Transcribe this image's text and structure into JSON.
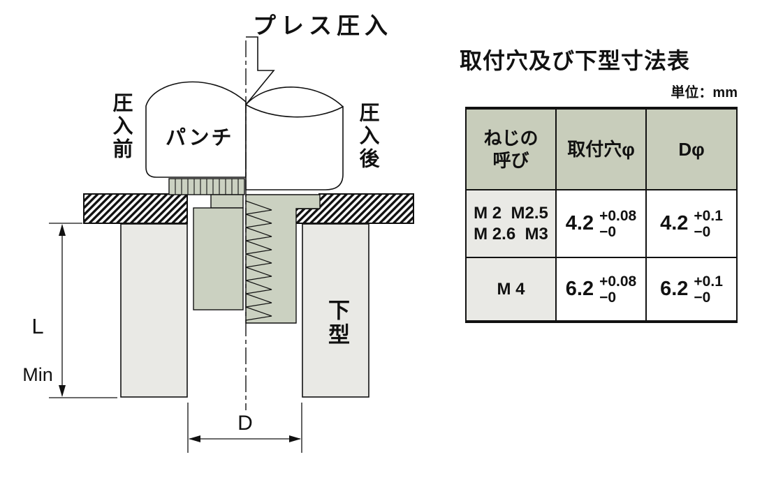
{
  "diagram": {
    "press_label": "プレス圧入",
    "before_label": "圧入前",
    "after_label": "圧入後",
    "punch_label": "パンチ",
    "die_label": "下型",
    "dim_l_line1": "L",
    "dim_l_line2": "Min",
    "dim_d": "D"
  },
  "table": {
    "title": "取付穴及び下型寸法表",
    "unit": "単位：mm",
    "headers": {
      "screw_line1": "ねじの",
      "screw_line2": "呼び",
      "hole": "取付穴φ",
      "d": "Dφ"
    },
    "rows": [
      {
        "screw_line1": "M 2  M2.5",
        "screw_line2": "M 2.6  M3",
        "hole_value": "4.2",
        "hole_plus": "+0.08",
        "hole_minus": "−0",
        "d_value": "4.2",
        "d_plus": "+0.1",
        "d_minus": "−0"
      },
      {
        "screw_line1": "M 4",
        "screw_line2": "",
        "hole_value": "6.2",
        "hole_plus": "+0.08",
        "hole_minus": "−0",
        "d_value": "6.2",
        "d_plus": "+0.1",
        "d_minus": "−0"
      }
    ]
  },
  "colors": {
    "stud_green": "#cbd1c1",
    "table_header_green": "#c8cdbb",
    "die_gray": "#e9e9e5",
    "row_label_gray": "#e9e9e5",
    "line_black": "#111111"
  }
}
